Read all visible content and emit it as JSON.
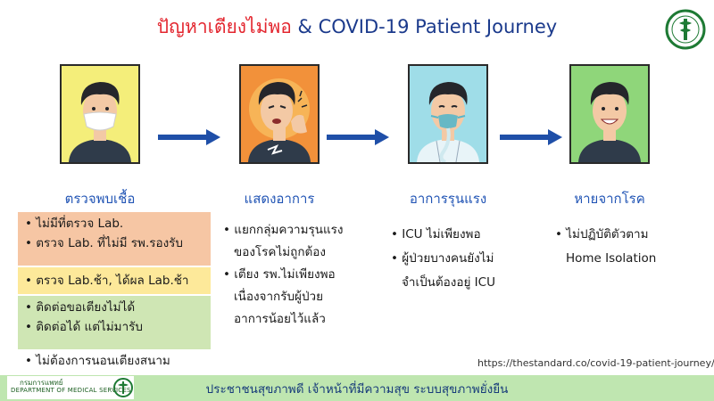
{
  "title": {
    "thai": "ปัญหาเตียงไม่พอ",
    "english": " & COVID-19 Patient Journey"
  },
  "colors": {
    "title_thai": "#e3262f",
    "title_english": "#1b3a8c",
    "arrow": "#1f4fa8",
    "label": "#2255b5",
    "footer_bg": "#bfe6b0",
    "box_orange": "#f6c6a4",
    "box_yellow": "#fde99a",
    "box_green": "#cfe6b4"
  },
  "stages": [
    {
      "label": "ตรวจพบเชื้อ",
      "bg": "#f4ee7a",
      "icon": "masked-person-icon"
    },
    {
      "label": "แสดงอาการ",
      "bg": "#f2913a",
      "icon": "coughing-person-icon"
    },
    {
      "label": "อาการรุนแรง",
      "bg": "#9fdde8",
      "icon": "oxygen-mask-person-icon"
    },
    {
      "label": "หายจากโรค",
      "bg": "#8fd67a",
      "icon": "smiling-person-icon"
    }
  ],
  "stage1": {
    "orange": [
      "ไม่มีที่ตรวจ Lab.",
      "ตรวจ Lab. ที่ไม่มี รพ.รองรับ"
    ],
    "yellow": [
      "ตรวจ Lab.ช้า, ได้ผล Lab.ช้า"
    ],
    "green": [
      "ติดต่อขอเตียงไม่ได้",
      "ติดต่อได้ แต่ไม่มารับ"
    ],
    "plain": [
      "ไม่ต้องการนอนเตียงสนาม"
    ]
  },
  "stage2": [
    {
      "bullet": "•",
      "text": "แยกกลุ่มความรุนแรง"
    },
    {
      "bullet": "",
      "text": "ของโรคไม่ถูกต้อง"
    },
    {
      "bullet": "•",
      "text": "เตียง รพ.ไม่เพียงพอ"
    },
    {
      "bullet": "",
      "text": "เนื่องจากรับผู้ป่วย"
    },
    {
      "bullet": "",
      "text": "อาการน้อยไว้แล้ว"
    }
  ],
  "stage3": [
    {
      "bullet": "•",
      "text": "ICU ไม่เพียงพอ"
    },
    {
      "bullet": "•",
      "text": "ผู้ป่วยบางคนยังไม่"
    },
    {
      "bullet": "",
      "text": "จำเป็นต้องอยู่ ICU"
    }
  ],
  "stage4": [
    {
      "bullet": "•",
      "text": "ไม่ปฏิบัติตัวตาม"
    },
    {
      "bullet": "",
      "text": "Home Isolation"
    }
  ],
  "source": "https://thestandard.co/covid-19-patient-journey/",
  "footer": {
    "slogan": "ประชาชนสุขภาพดี เจ้าหน้าที่มีความสุข ระบบสุขภาพยั่งยืน",
    "dept_thai": "กรมการแพทย์",
    "dept_english": "DEPARTMENT OF MEDICAL SERVICES"
  }
}
